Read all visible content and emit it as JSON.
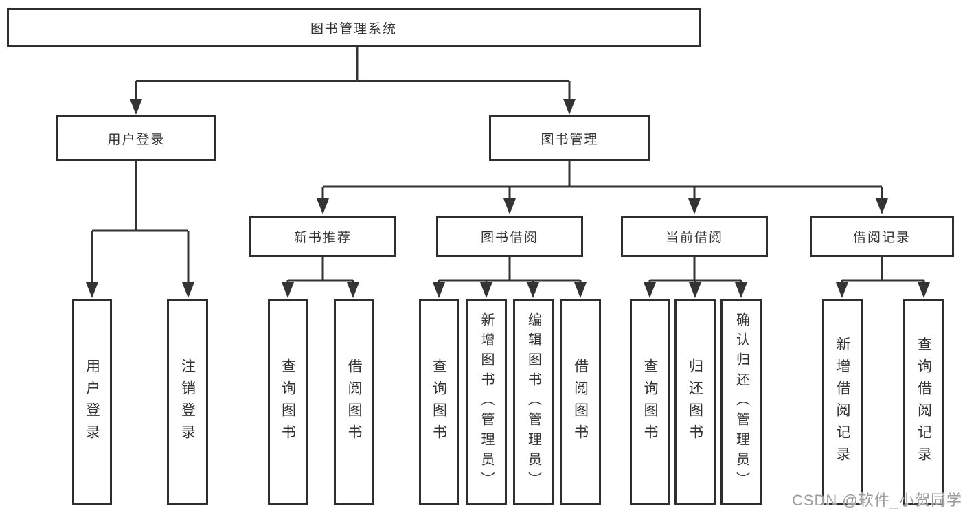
{
  "diagram": {
    "root": {
      "label": "图书管理系统"
    },
    "level2": [
      {
        "label": "用户登录"
      },
      {
        "label": "图书管理"
      }
    ],
    "level3": [
      {
        "label": "新书推荐"
      },
      {
        "label": "图书借阅"
      },
      {
        "label": "当前借阅"
      },
      {
        "label": "借阅记录"
      }
    ],
    "leaves": {
      "user_login": [
        "用户登录",
        "注销登录"
      ],
      "new_book": [
        "查询图书",
        "借阅图书"
      ],
      "book_borrowing": [
        "查询图书",
        "新增图书（管理员）",
        "编辑图书（管理员）",
        "借阅图书"
      ],
      "current_borrowing": [
        "查询图书",
        "归还图书",
        "确认归还（管理员）"
      ],
      "borrowing_records": [
        "新增借阅记录",
        "查询借阅记录"
      ]
    },
    "colors": {
      "line": "#333333",
      "box_border": "#2e2e2e",
      "text": "#333333",
      "background": "#ffffff",
      "watermark": "#9b9b9b"
    }
  },
  "watermark": {
    "text": "CSDN @软件_小贺同学"
  }
}
